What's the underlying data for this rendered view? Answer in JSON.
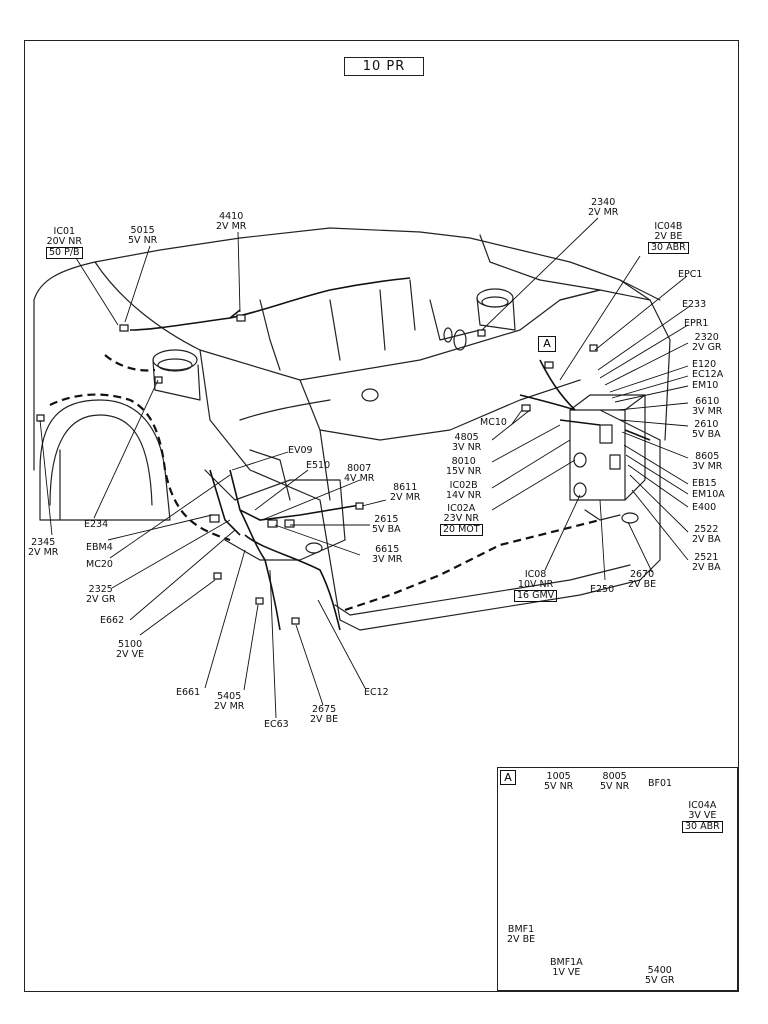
{
  "title": "10 PR",
  "callout": "A",
  "labels": {
    "ic01": [
      "IC01",
      "20V NR",
      "50 P/B"
    ],
    "l5015": [
      "5015",
      "5V NR"
    ],
    "l4410": [
      "4410",
      "2V MR"
    ],
    "l2340": [
      "2340",
      "2V MR"
    ],
    "ic04b": [
      "IC04B",
      "2V BE",
      "30 ABR"
    ],
    "epc1": [
      "EPC1"
    ],
    "e233": [
      "E233"
    ],
    "epr1": [
      "EPR1"
    ],
    "l2320": [
      "2320",
      "2V GR"
    ],
    "e120": [
      "E120"
    ],
    "ec12a": [
      "EC12A"
    ],
    "em10": [
      "EM10"
    ],
    "l6610": [
      "6610",
      "3V MR"
    ],
    "l2610": [
      "2610",
      "5V BA"
    ],
    "l8605": [
      "8605",
      "3V MR"
    ],
    "eb15": [
      "EB15"
    ],
    "em10a": [
      "EM10A"
    ],
    "e400": [
      "E400"
    ],
    "l2522": [
      "2522",
      "2V BA"
    ],
    "l2521": [
      "2521",
      "2V BA"
    ],
    "l2670": [
      "2670",
      "2V BE"
    ],
    "e250": [
      "E250"
    ],
    "ic08": [
      "IC08",
      "10V NR",
      "16 GMV"
    ],
    "ic02a": [
      "IC02A",
      "23V NR",
      "20 MOT"
    ],
    "ic02b": [
      "IC02B",
      "14V NR"
    ],
    "l8010": [
      "8010",
      "15V NR"
    ],
    "l4805": [
      "4805",
      "3V NR"
    ],
    "mc10": [
      "MC10"
    ],
    "l8611": [
      "8611",
      "2V MR"
    ],
    "l2615": [
      "2615",
      "5V BA"
    ],
    "l6615": [
      "6615",
      "3V MR"
    ],
    "l8007": [
      "8007",
      "4V MR"
    ],
    "e510": [
      "E510"
    ],
    "ev09": [
      "EV09"
    ],
    "l2345": [
      "2345",
      "2V MR"
    ],
    "e234": [
      "E234"
    ],
    "ebm4": [
      "EBM4"
    ],
    "mc20": [
      "MC20"
    ],
    "l2325": [
      "2325",
      "2V GR"
    ],
    "e662": [
      "E662"
    ],
    "l5100": [
      "5100",
      "2V VE"
    ],
    "e661": [
      "E661"
    ],
    "l5405": [
      "5405",
      "2V MR"
    ],
    "ec63": [
      "EC63"
    ],
    "l2675": [
      "2675",
      "2V BE"
    ],
    "ec12": [
      "EC12"
    ]
  },
  "inset": {
    "tag": "A",
    "labels": {
      "l1005": [
        "1005",
        "5V NR"
      ],
      "l8005": [
        "8005",
        "5V NR"
      ],
      "bf01": [
        "BF01"
      ],
      "ic04a": [
        "IC04A",
        "3V VE",
        "30 ABR"
      ],
      "bmf1": [
        "BMF1",
        "2V BE"
      ],
      "bmf1a": [
        "BMF1A",
        "1V VE"
      ],
      "l5400": [
        "5400",
        "5V GR"
      ]
    }
  }
}
